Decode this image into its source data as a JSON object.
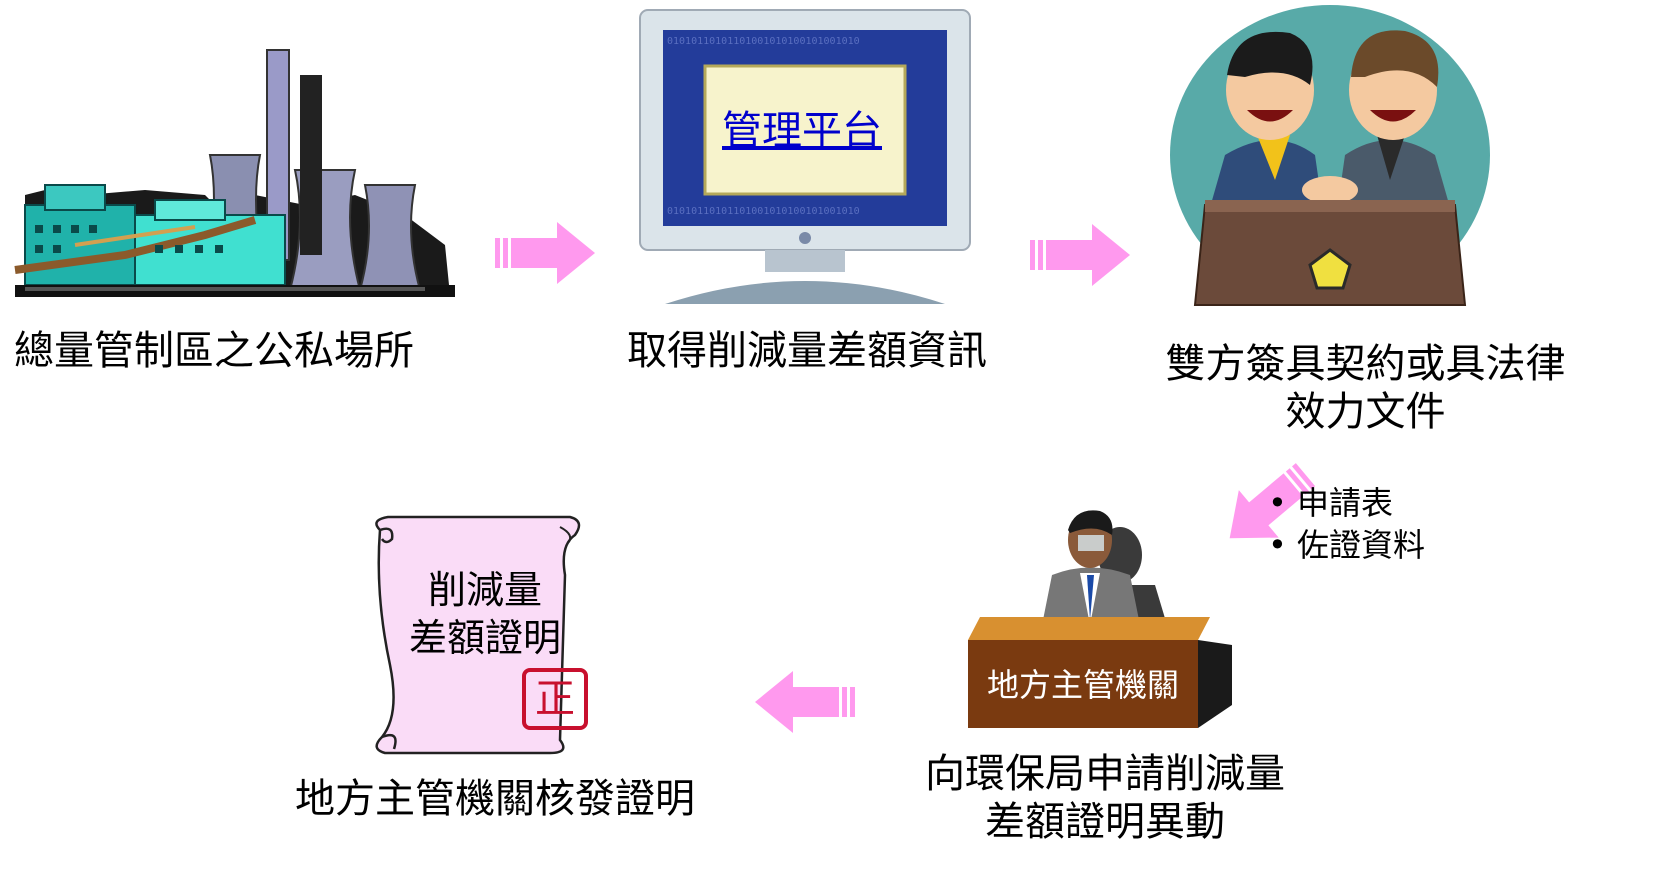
{
  "steps": {
    "factory": {
      "caption": "總量管制區之公私場所",
      "icon": "power-plant"
    },
    "platform": {
      "caption": "取得削減量差額資訊",
      "screen_link": "管理平台",
      "icon": "computer-monitor"
    },
    "contract": {
      "caption_line1": "雙方簽具契約或具法律",
      "caption_line2": "效力文件",
      "icon": "handshake"
    },
    "apply": {
      "desk_label": "地方主管機關",
      "caption_line1": "向環保局申請削減量",
      "caption_line2": "差額證明異動",
      "icon": "official-at-desk"
    },
    "certificate": {
      "scroll_line1": "削減量",
      "scroll_line2": "差額證明",
      "stamp": "正",
      "caption": "地方主管機關核發證明",
      "icon": "scroll-certificate"
    }
  },
  "attachments": [
    "申請表",
    "佐證資料"
  ],
  "colors": {
    "arrow": "#ff99ee",
    "desk": "#7a3a10",
    "link": "#0000cc",
    "stamp": "#c8102e"
  }
}
